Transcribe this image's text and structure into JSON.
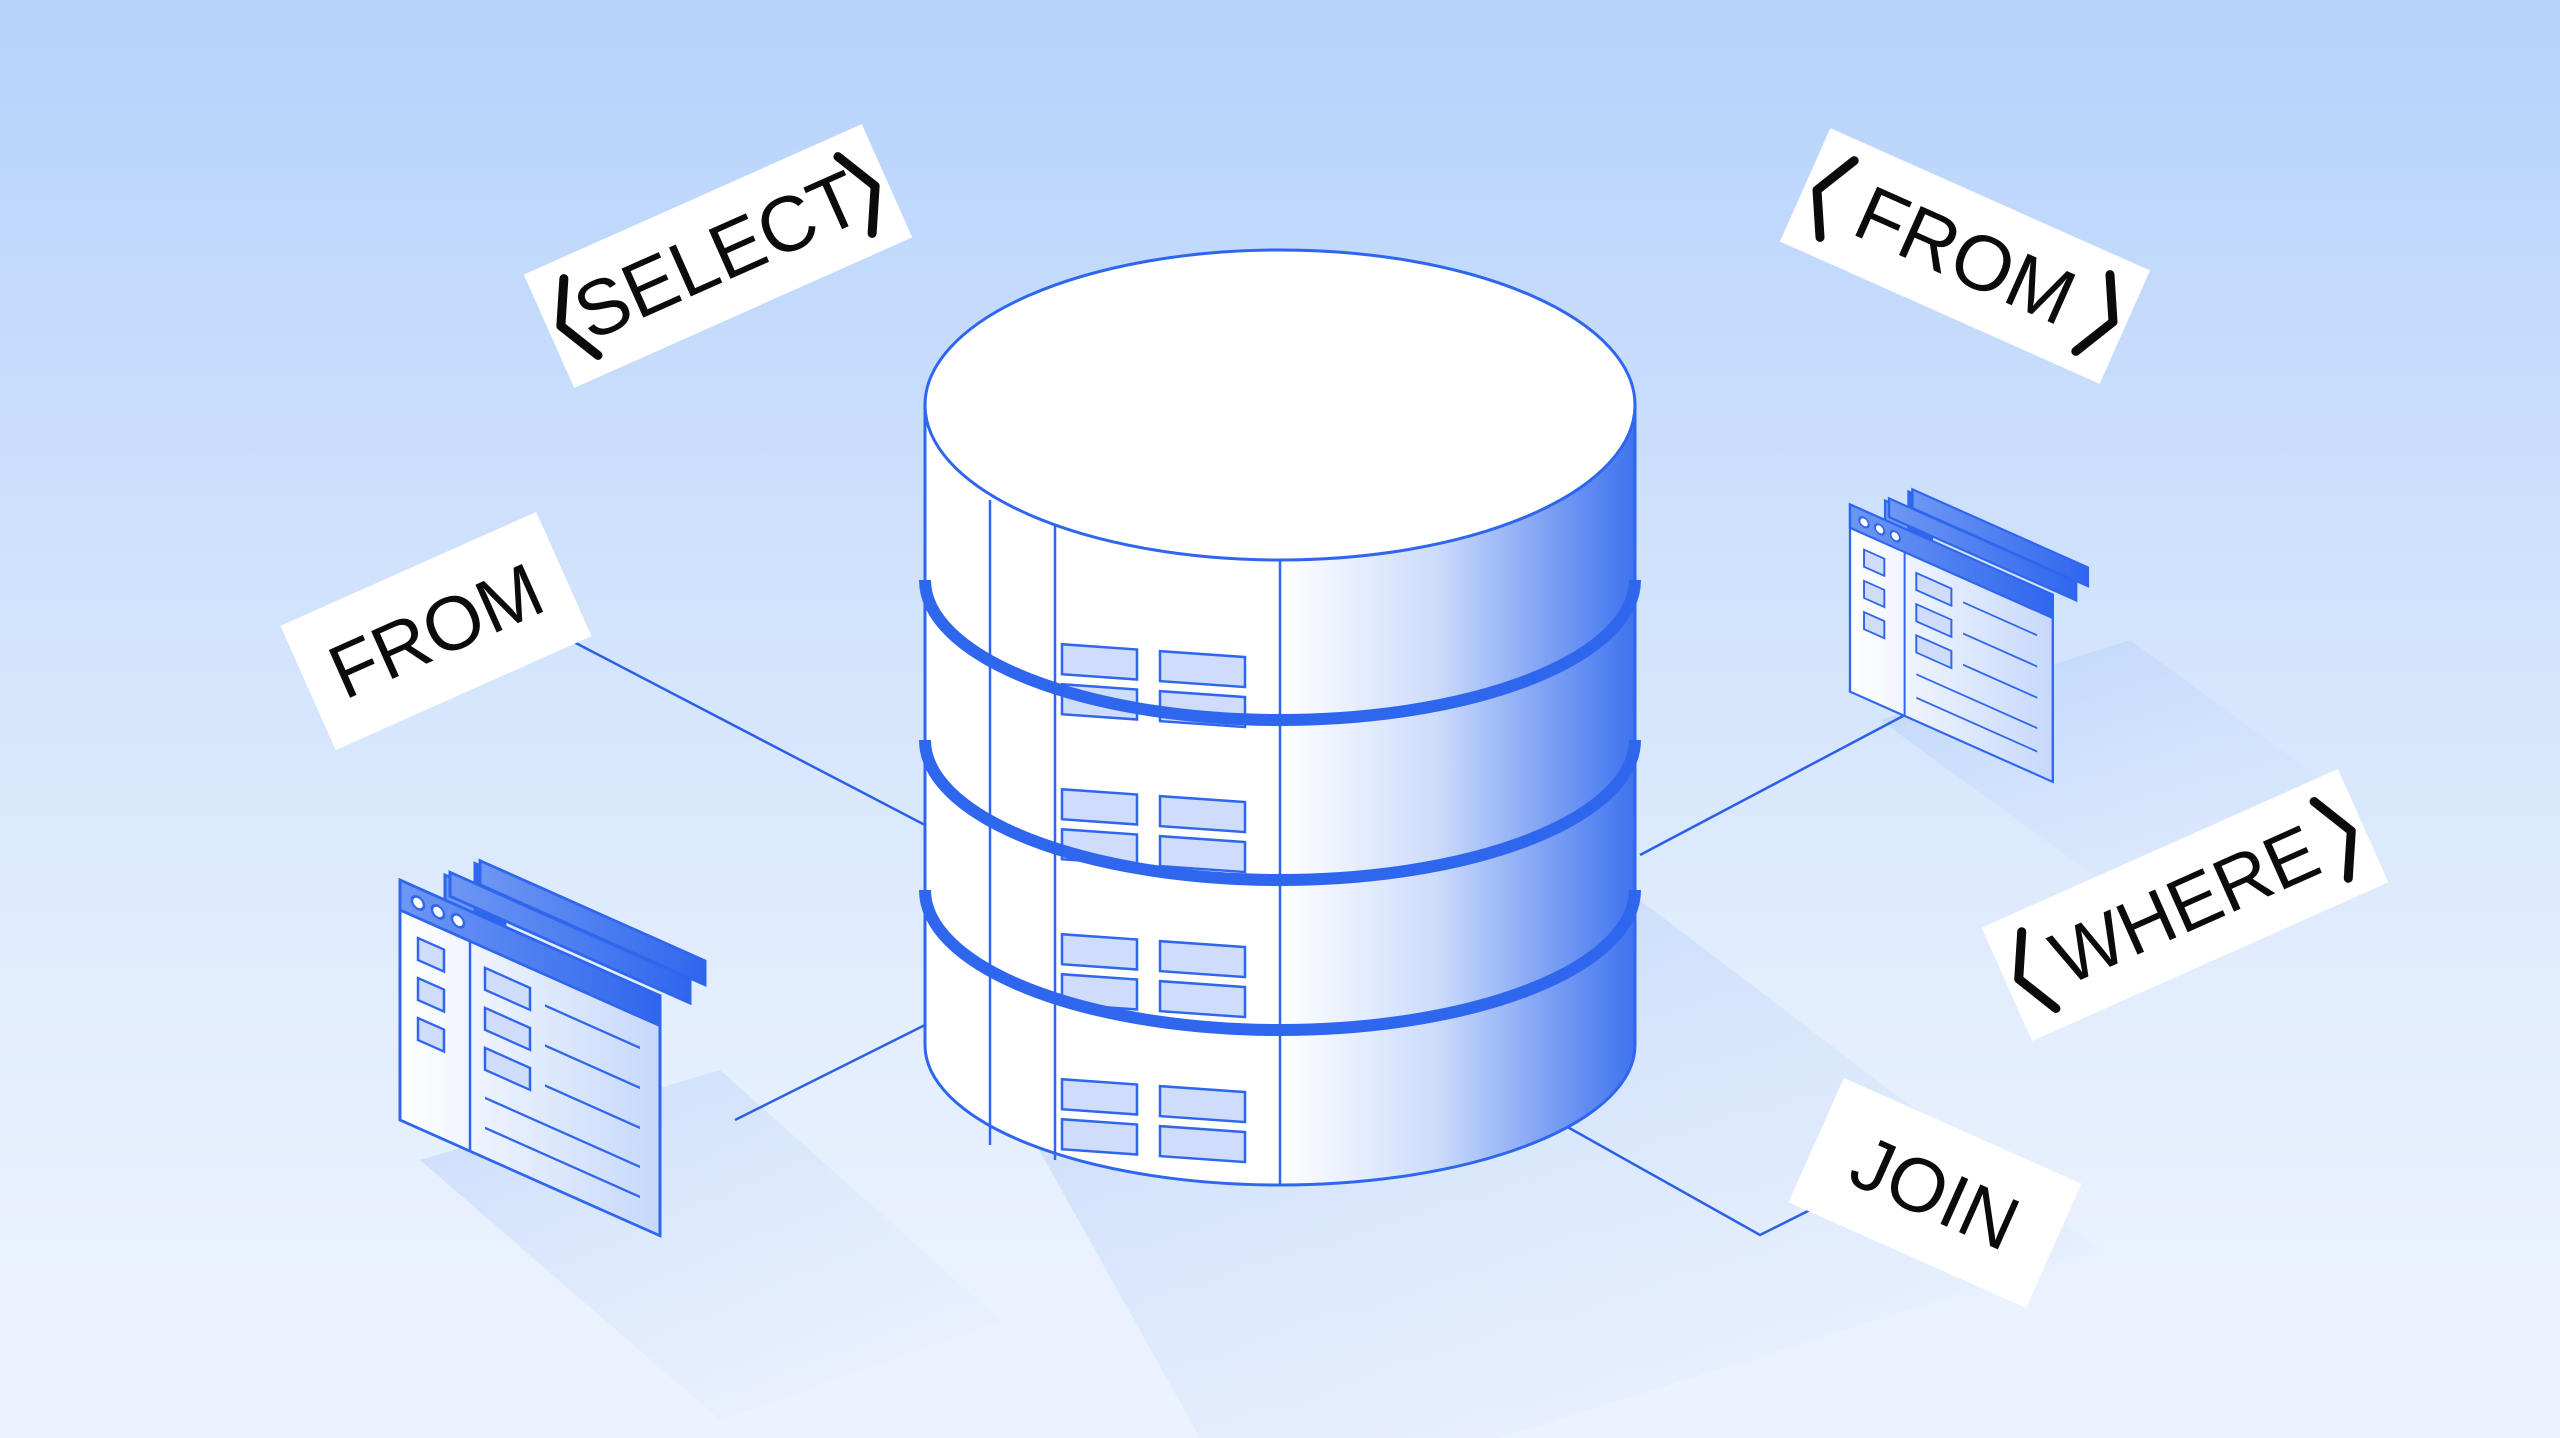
{
  "diagram": {
    "keywords": {
      "select": "SELECT",
      "from_top": "FROM",
      "from_left": "FROM",
      "where": "WHERE",
      "join": "JOIN"
    },
    "colors": {
      "accent": "#2f66ee",
      "line": "#2b5fe8",
      "background_top": "#b6d2fb",
      "background_bottom": "#edf3fe",
      "text": "#0b0b0b",
      "label_fill": "#ffffff"
    },
    "icons": {
      "center": "database-cylinder-icon",
      "tables": "table-window-stack-icon"
    }
  }
}
